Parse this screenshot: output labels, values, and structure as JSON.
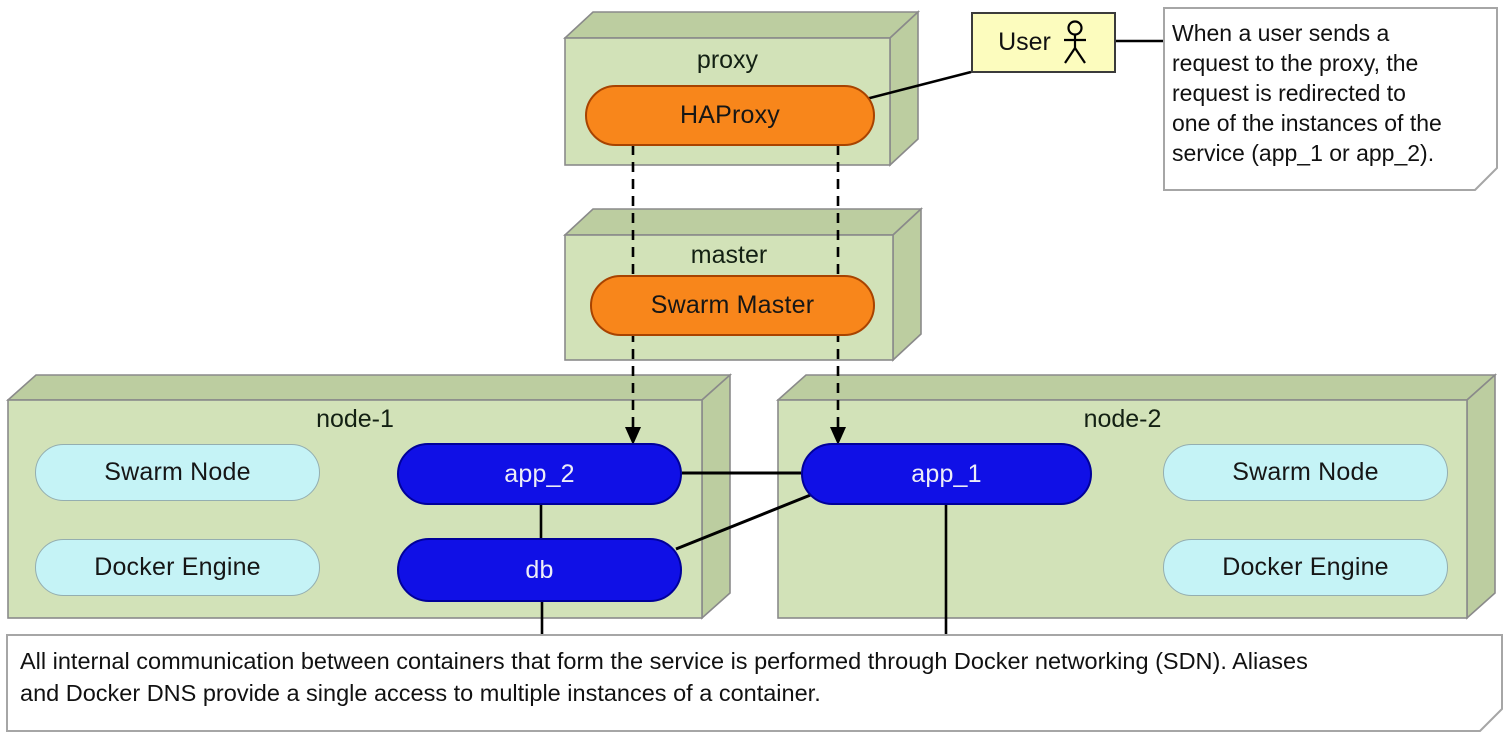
{
  "nodes": {
    "proxy": {
      "label": "proxy",
      "component": "HAProxy"
    },
    "master": {
      "label": "master",
      "component": "Swarm Master"
    },
    "node1": {
      "label": "node-1",
      "swarm_node": "Swarm Node",
      "docker_engine": "Docker Engine",
      "app": "app_2",
      "db": "db"
    },
    "node2": {
      "label": "node-2",
      "swarm_node": "Swarm Node",
      "docker_engine": "Docker Engine",
      "app": "app_1"
    }
  },
  "actor": {
    "label": "User"
  },
  "notes": {
    "user_request": {
      "lines": [
        "When a user sends a",
        "request to the proxy, the",
        "request is redirected to",
        "one of the instances of the",
        "service (app_1 or app_2)."
      ]
    },
    "sdn": {
      "lines": [
        "All internal communication between containers that form the service is performed through Docker networking (SDN). Aliases",
        "and Docker DNS provide a single access to multiple instances of a container."
      ]
    }
  },
  "edges": [
    {
      "from": "HAProxy",
      "to": "User",
      "style": "solid"
    },
    {
      "from": "User",
      "to": "user-request-note",
      "style": "solid"
    },
    {
      "from": "HAProxy",
      "to": "app_2",
      "style": "dashed-arrow"
    },
    {
      "from": "HAProxy",
      "to": "app_1",
      "style": "dashed-arrow"
    },
    {
      "from": "app_2",
      "to": "app_1",
      "style": "solid"
    },
    {
      "from": "db",
      "to": "app_1",
      "style": "solid"
    },
    {
      "from": "app_2",
      "to": "db",
      "style": "solid"
    },
    {
      "from": "db",
      "to": "sdn-note",
      "style": "solid"
    },
    {
      "from": "app_1",
      "to": "sdn-note",
      "style": "solid"
    }
  ],
  "colors": {
    "node_front": "#D2E2B8",
    "node_side": "#BCCDA0",
    "node_border": "#8A8A8A",
    "component_orange": "#F8861B",
    "component_orange_border": "#A84300",
    "container_blue": "#1010E6",
    "container_blue_border": "#00009A",
    "container_blue_text": "#EDEDF7",
    "service_cyan": "#C5F3F6",
    "service_cyan_border": "#94AEB0",
    "actor_yellow": "#FCFCBE",
    "actor_border": "#3B3B3B",
    "note_bg": "#FFFFFF",
    "note_border": "#A6A6A6",
    "line": "#000000"
  }
}
